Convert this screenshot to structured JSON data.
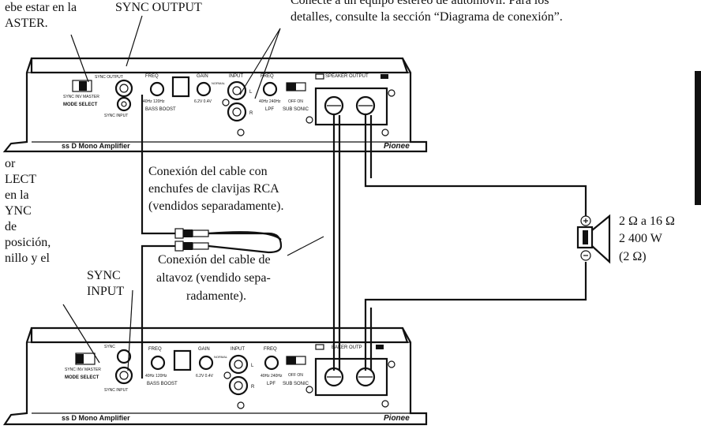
{
  "callouts": {
    "master_line1": "ebe estar en la",
    "master_line2": "ASTER.",
    "sync_output": "SYNC OUTPUT",
    "car_stereo_line1": "Conecte a un equipo estéreo de automóvil. Para los",
    "car_stereo_line2": "detalles, consulte la sección “Diagrama de conexión”.",
    "left_fragments": [
      "or",
      "LECT",
      "en la",
      "YNC",
      "de",
      "posición,",
      "nillo y el"
    ],
    "sync_input_line1": "SYNC",
    "sync_input_line2": "INPUT",
    "rca_line1": "Conexión del cable con",
    "rca_line2": "enchufes de clavijas RCA",
    "rca_line3": "(vendidos separadamente).",
    "spk_line1": "Conexión del cable de",
    "spk_line2": "altavoz (vendido sepa-",
    "spk_line3": "radamente).",
    "speaker_line1": "2 Ω a 16 Ω",
    "speaker_line2": "2 400 W",
    "speaker_line3": "(2 Ω)"
  },
  "amp_top": {
    "sync_output": "SYNC OUTPUT",
    "freq": "FREQ",
    "freq_range": "40Hz 120Hz",
    "bass_boost": "BASS BOOST",
    "gain": "GAIN",
    "gain_range": "6.2V 0.4V",
    "gain_normal": "NORMAL",
    "input": "INPUT",
    "input_l": "L",
    "input_r": "R",
    "lpf_freq": "FREQ",
    "lpf_range": "40Hz 240Hz",
    "lpf": "LPF",
    "sub_sonic_off_on": "OFF  ON",
    "sub_sonic": "SUB SONIC",
    "speaker_output": "SPEAKER OUTPUT",
    "mode_select_opts": "SYNC INV  MASTER",
    "mode_select": "MODE SELECT",
    "sync_input": "SYNC INPUT",
    "model": "ss D Mono Amplifier",
    "brand": "Pionee"
  },
  "amp_bottom": {
    "sync": "SYNC",
    "freq": "FREQ",
    "freq_range": "40Hz 120Hz",
    "bass_boost": "BASS BOOST",
    "gain": "GAIN",
    "gain_range": "6.2V 0.4V",
    "gain_normal": "NORMAL",
    "input": "INPUT",
    "input_l": "L",
    "input_r": "R",
    "lpf_freq": "FREQ",
    "lpf_range": "40Hz 240Hz",
    "lpf": "LPF",
    "sub_sonic_off_on": "OFF  ON",
    "sub_sonic": "SUB SONIC",
    "speaker_output": "EAKER OUTP",
    "mode_select_opts": "SYNC INV  MASTER",
    "mode_select": "MODE SELECT",
    "sync_input": "SYNC INPUT",
    "model": "ss D Mono Amplifier",
    "brand": "Pionee"
  },
  "icon_names": [
    "plus-icon",
    "minus-icon",
    "speaker-icon",
    "rca-plug-icon"
  ]
}
